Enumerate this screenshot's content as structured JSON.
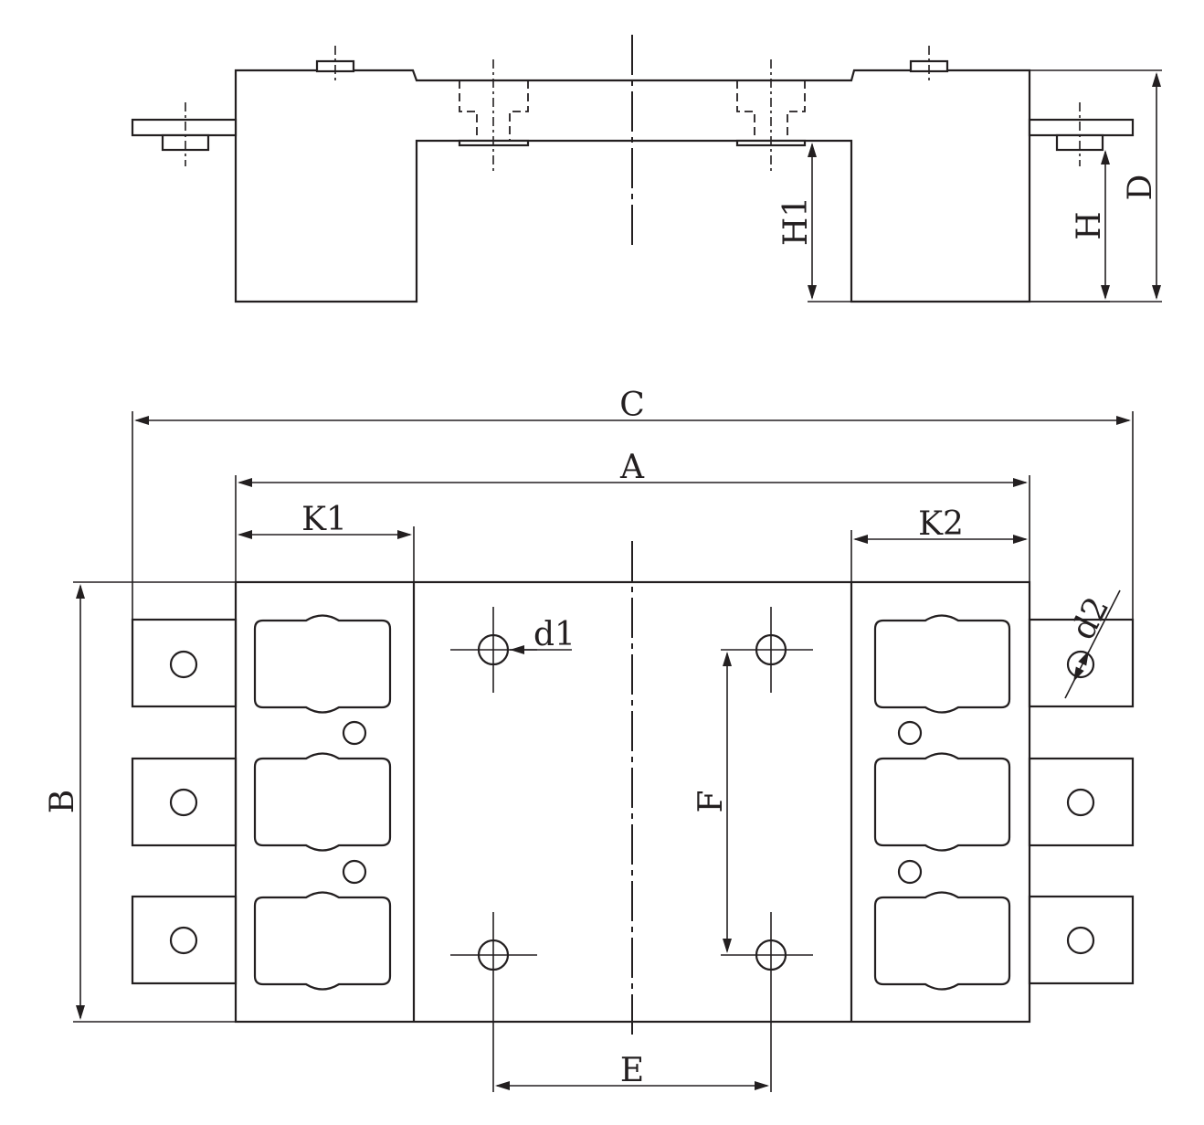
{
  "drawing": {
    "labels": {
      "A": "A",
      "B": "B",
      "C": "C",
      "D": "D",
      "E": "E",
      "F": "F",
      "H": "H",
      "H1": "H1",
      "K1": "K1",
      "K2": "K2",
      "d1": "d1",
      "d2": "d2"
    },
    "colors": {
      "line": "#231f20",
      "background": "#ffffff"
    }
  }
}
